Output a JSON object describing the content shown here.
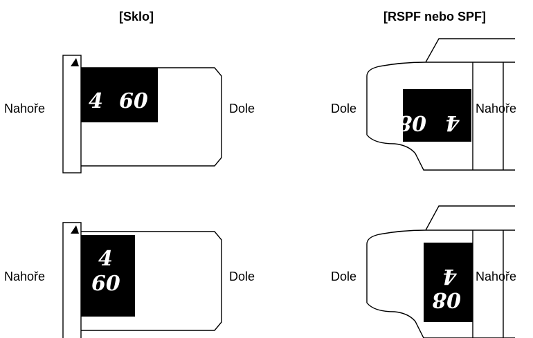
{
  "headings": {
    "glass": "[Sklo]",
    "feeder": "[RSPF nebo SPF]"
  },
  "labels": {
    "top": "Nahoře",
    "bottom": "Dole"
  },
  "originals": {
    "text_a": "4",
    "text_b": "60",
    "text_c": "08",
    "text_d": "4"
  }
}
